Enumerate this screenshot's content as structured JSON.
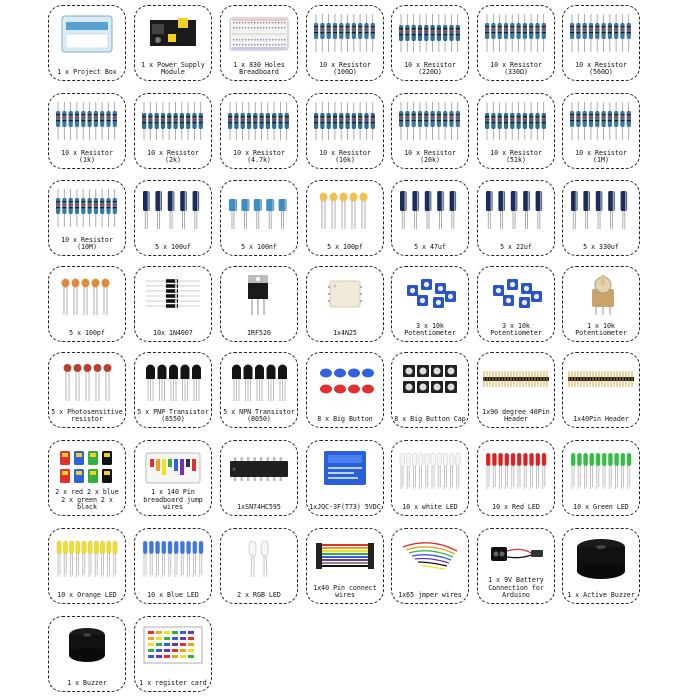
{
  "items": [
    {
      "label": "1 x Project Box",
      "icon": "box"
    },
    {
      "label": "1 x Power Supply\nModule",
      "icon": "psu"
    },
    {
      "label": "1 x 830 Holes\nBreadboard",
      "icon": "breadboard"
    },
    {
      "label": "10 x Resistor\n(100Ω)",
      "icon": "resistor-a"
    },
    {
      "label": "10 x Resistor\n(220Ω)",
      "icon": "resistor-b"
    },
    {
      "label": "10 x  Resistor\n(330Ω)",
      "icon": "resistor-a"
    },
    {
      "label": "10 x Resistor\n(560Ω)",
      "icon": "resistor-a"
    },
    {
      "label": "10 x Resistor\n(1k)",
      "icon": "resistor-a"
    },
    {
      "label": "10 x Resistor\n(2k)",
      "icon": "resistor-b"
    },
    {
      "label": "10 x Resistor\n(4.7k)",
      "icon": "resistor-b"
    },
    {
      "label": "10 x Resistor\n(10k)",
      "icon": "resistor-b"
    },
    {
      "label": "10 x Resistor\n(20k)",
      "icon": "resistor-a"
    },
    {
      "label": "10 x Resistor\n(51k)",
      "icon": "resistor-b"
    },
    {
      "label": "10 x Resistor\n(1M)",
      "icon": "resistor-a"
    },
    {
      "label": "10 x Resistor\n(10M)",
      "icon": "resistor-a"
    },
    {
      "label": "5 x 100uf",
      "icon": "electrolytic"
    },
    {
      "label": "5 x 100nf",
      "icon": "film-cap"
    },
    {
      "label": "5 x 100pf",
      "icon": "ceramic-yellow"
    },
    {
      "label": "5 x 47uf",
      "icon": "electrolytic"
    },
    {
      "label": "5 x 22uf",
      "icon": "electrolytic"
    },
    {
      "label": "5 x 330uf",
      "icon": "electrolytic"
    },
    {
      "label": "5 x 100pf",
      "icon": "ceramic-orange"
    },
    {
      "label": "10x 1N4007",
      "icon": "diode"
    },
    {
      "label": "IRF520",
      "icon": "mosfet"
    },
    {
      "label": "1x4N25",
      "icon": "optocoupler"
    },
    {
      "label": "3 x 10k\nPotentiometer",
      "icon": "trimpot-blue"
    },
    {
      "label": "3 x 10k\nPotentiometer",
      "icon": "trimpot-blue"
    },
    {
      "label": "1 x 10k\nPotentiometer",
      "icon": "rotary-pot"
    },
    {
      "label": "5 x Photosensitive\nresistor",
      "icon": "ldr"
    },
    {
      "label": "5 x PNP Transistor\n(8550)",
      "icon": "transistor"
    },
    {
      "label": "5 x NPN Transistor\n(8050)",
      "icon": "transistor"
    },
    {
      "label": "8 x Big Button",
      "icon": "button-caps"
    },
    {
      "label": "8 x Big Button Cap",
      "icon": "tact-switch"
    },
    {
      "label": "1x90 degree 40Pin\nHeader",
      "icon": "pin-header"
    },
    {
      "label": "1x40Pin Header",
      "icon": "pin-header"
    },
    {
      "label": "2 x red 2 x blue\n2 x green 2 x black",
      "icon": "jumper-caps"
    },
    {
      "label": "1 x 140 Pin\nbreadboard jump\nwires",
      "icon": "jump-wire-kit"
    },
    {
      "label": "1xSN74HC595",
      "icon": "ic-chip"
    },
    {
      "label": "1xJQC-3F(T73) 5VDC",
      "icon": "relay"
    },
    {
      "label": "10 x white LED",
      "icon": "led-white"
    },
    {
      "label": "10 x Red   LED",
      "icon": "led-red"
    },
    {
      "label": "10 x Green LED",
      "icon": "led-green"
    },
    {
      "label": "10 x Orange LED",
      "icon": "led-yellow"
    },
    {
      "label": "10 x Blue  LED",
      "icon": "led-blue"
    },
    {
      "label": "2 x RGB LED",
      "icon": "led-rgb"
    },
    {
      "label": "1x40 Pin connect\nwires",
      "icon": "dupont"
    },
    {
      "label": "1x65 jmper wires",
      "icon": "jumper-wires"
    },
    {
      "label": "1 x 9V Battery\nConnection for\nArduino",
      "icon": "battery-clip"
    },
    {
      "label": "1 x Active Buzzer",
      "icon": "buzzer-active"
    },
    {
      "label": "1 x  Buzzer",
      "icon": "buzzer"
    },
    {
      "label": "1 x register card",
      "icon": "register-card"
    }
  ],
  "colors": {
    "resistor": "#3a7aa0",
    "electrolytic": "#1c2b5a",
    "film": "#3b8ec4",
    "ceramic_yellow": "#f0c050",
    "ceramic_orange": "#e08a3a",
    "trimpot": "#2a55c8",
    "red": "#e02020",
    "green": "#30c040",
    "yellow": "#f0e020",
    "blue": "#3c78e0"
  }
}
